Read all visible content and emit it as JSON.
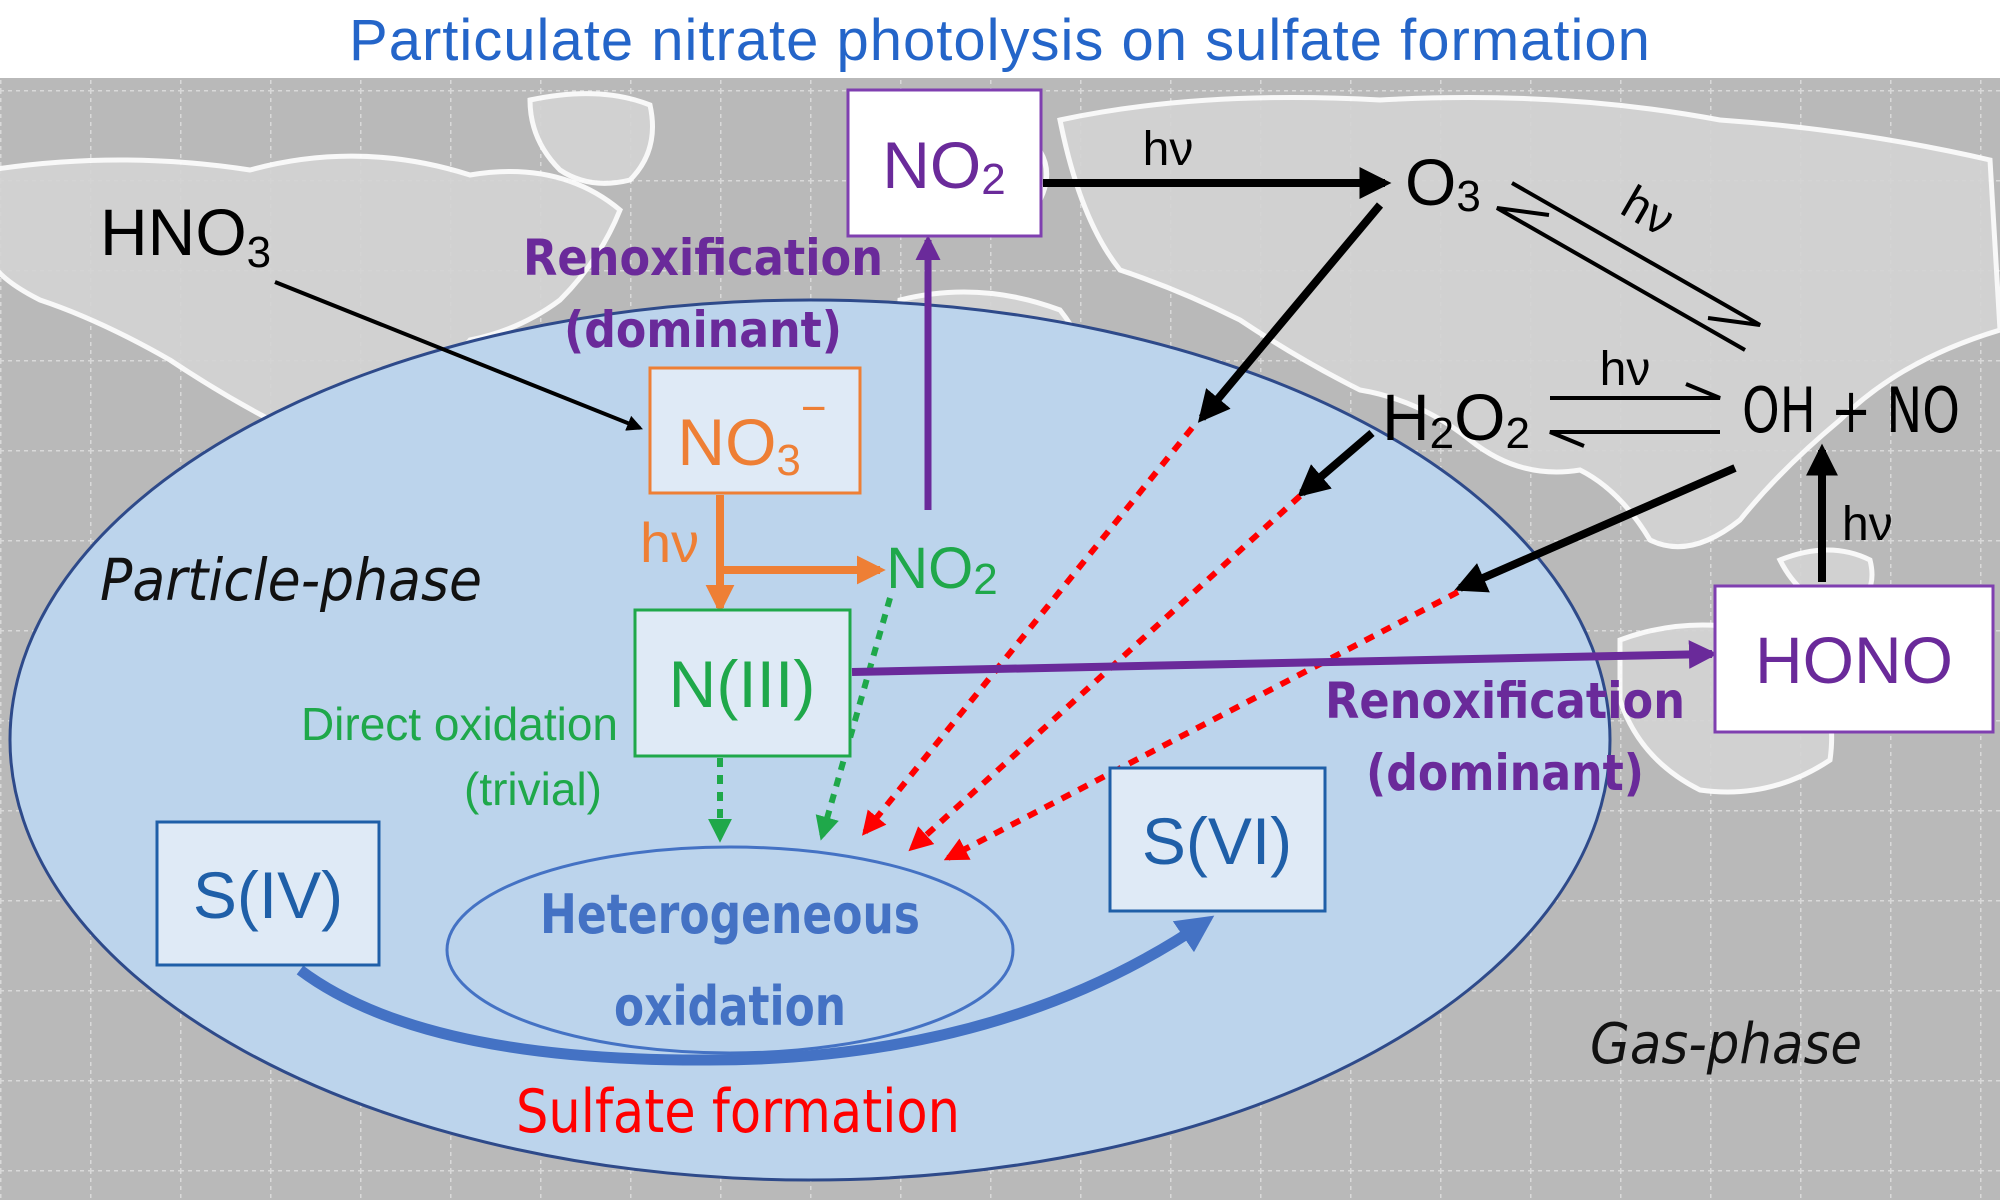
{
  "title": "Particulate nitrate photolysis on sulfate formation",
  "phases": {
    "particle": "Particle-phase",
    "gas": "Gas-phase"
  },
  "species": {
    "hno3": {
      "main": "HNO",
      "sub": "3"
    },
    "no2_gas": {
      "main": "NO",
      "sub": "2"
    },
    "o3": {
      "main": "O",
      "sub": "3"
    },
    "h2o2": {
      "p1": "H",
      "s1": "2",
      "p2": "O",
      "s2": "2"
    },
    "oh_no": "OH + NO",
    "hono": "HONO",
    "nitrate": {
      "main": "NO",
      "sub": "3",
      "sup": "−"
    },
    "no2_particle": {
      "main": "NO",
      "sub": "2"
    },
    "n3": "N(III)",
    "s4": "S(IV)",
    "s6": "S(VI)"
  },
  "labels": {
    "hv": "hν",
    "renox_top_1": "Renoxification",
    "renox_top_2": "(dominant)",
    "renox_right_1": "Renoxification",
    "renox_right_2": "(dominant)",
    "direct_1": "Direct oxidation",
    "direct_2": "(trivial)",
    "hetero_1": "Heterogeneous",
    "hetero_2": "oxidation",
    "sulfate_formation": "Sulfate formation"
  },
  "colors": {
    "title": "#2465c9",
    "particle_ellipse": "#bcd4ec",
    "ellipse_border": "#2e4a8a",
    "nitrate_orange": "#ee7f35",
    "nitrogen_green": "#1fa84a",
    "purple": "#6a2a9a",
    "sulfur_blue": "#1f5fa8",
    "red_dotted": "#ff0000",
    "black": "#000000"
  }
}
